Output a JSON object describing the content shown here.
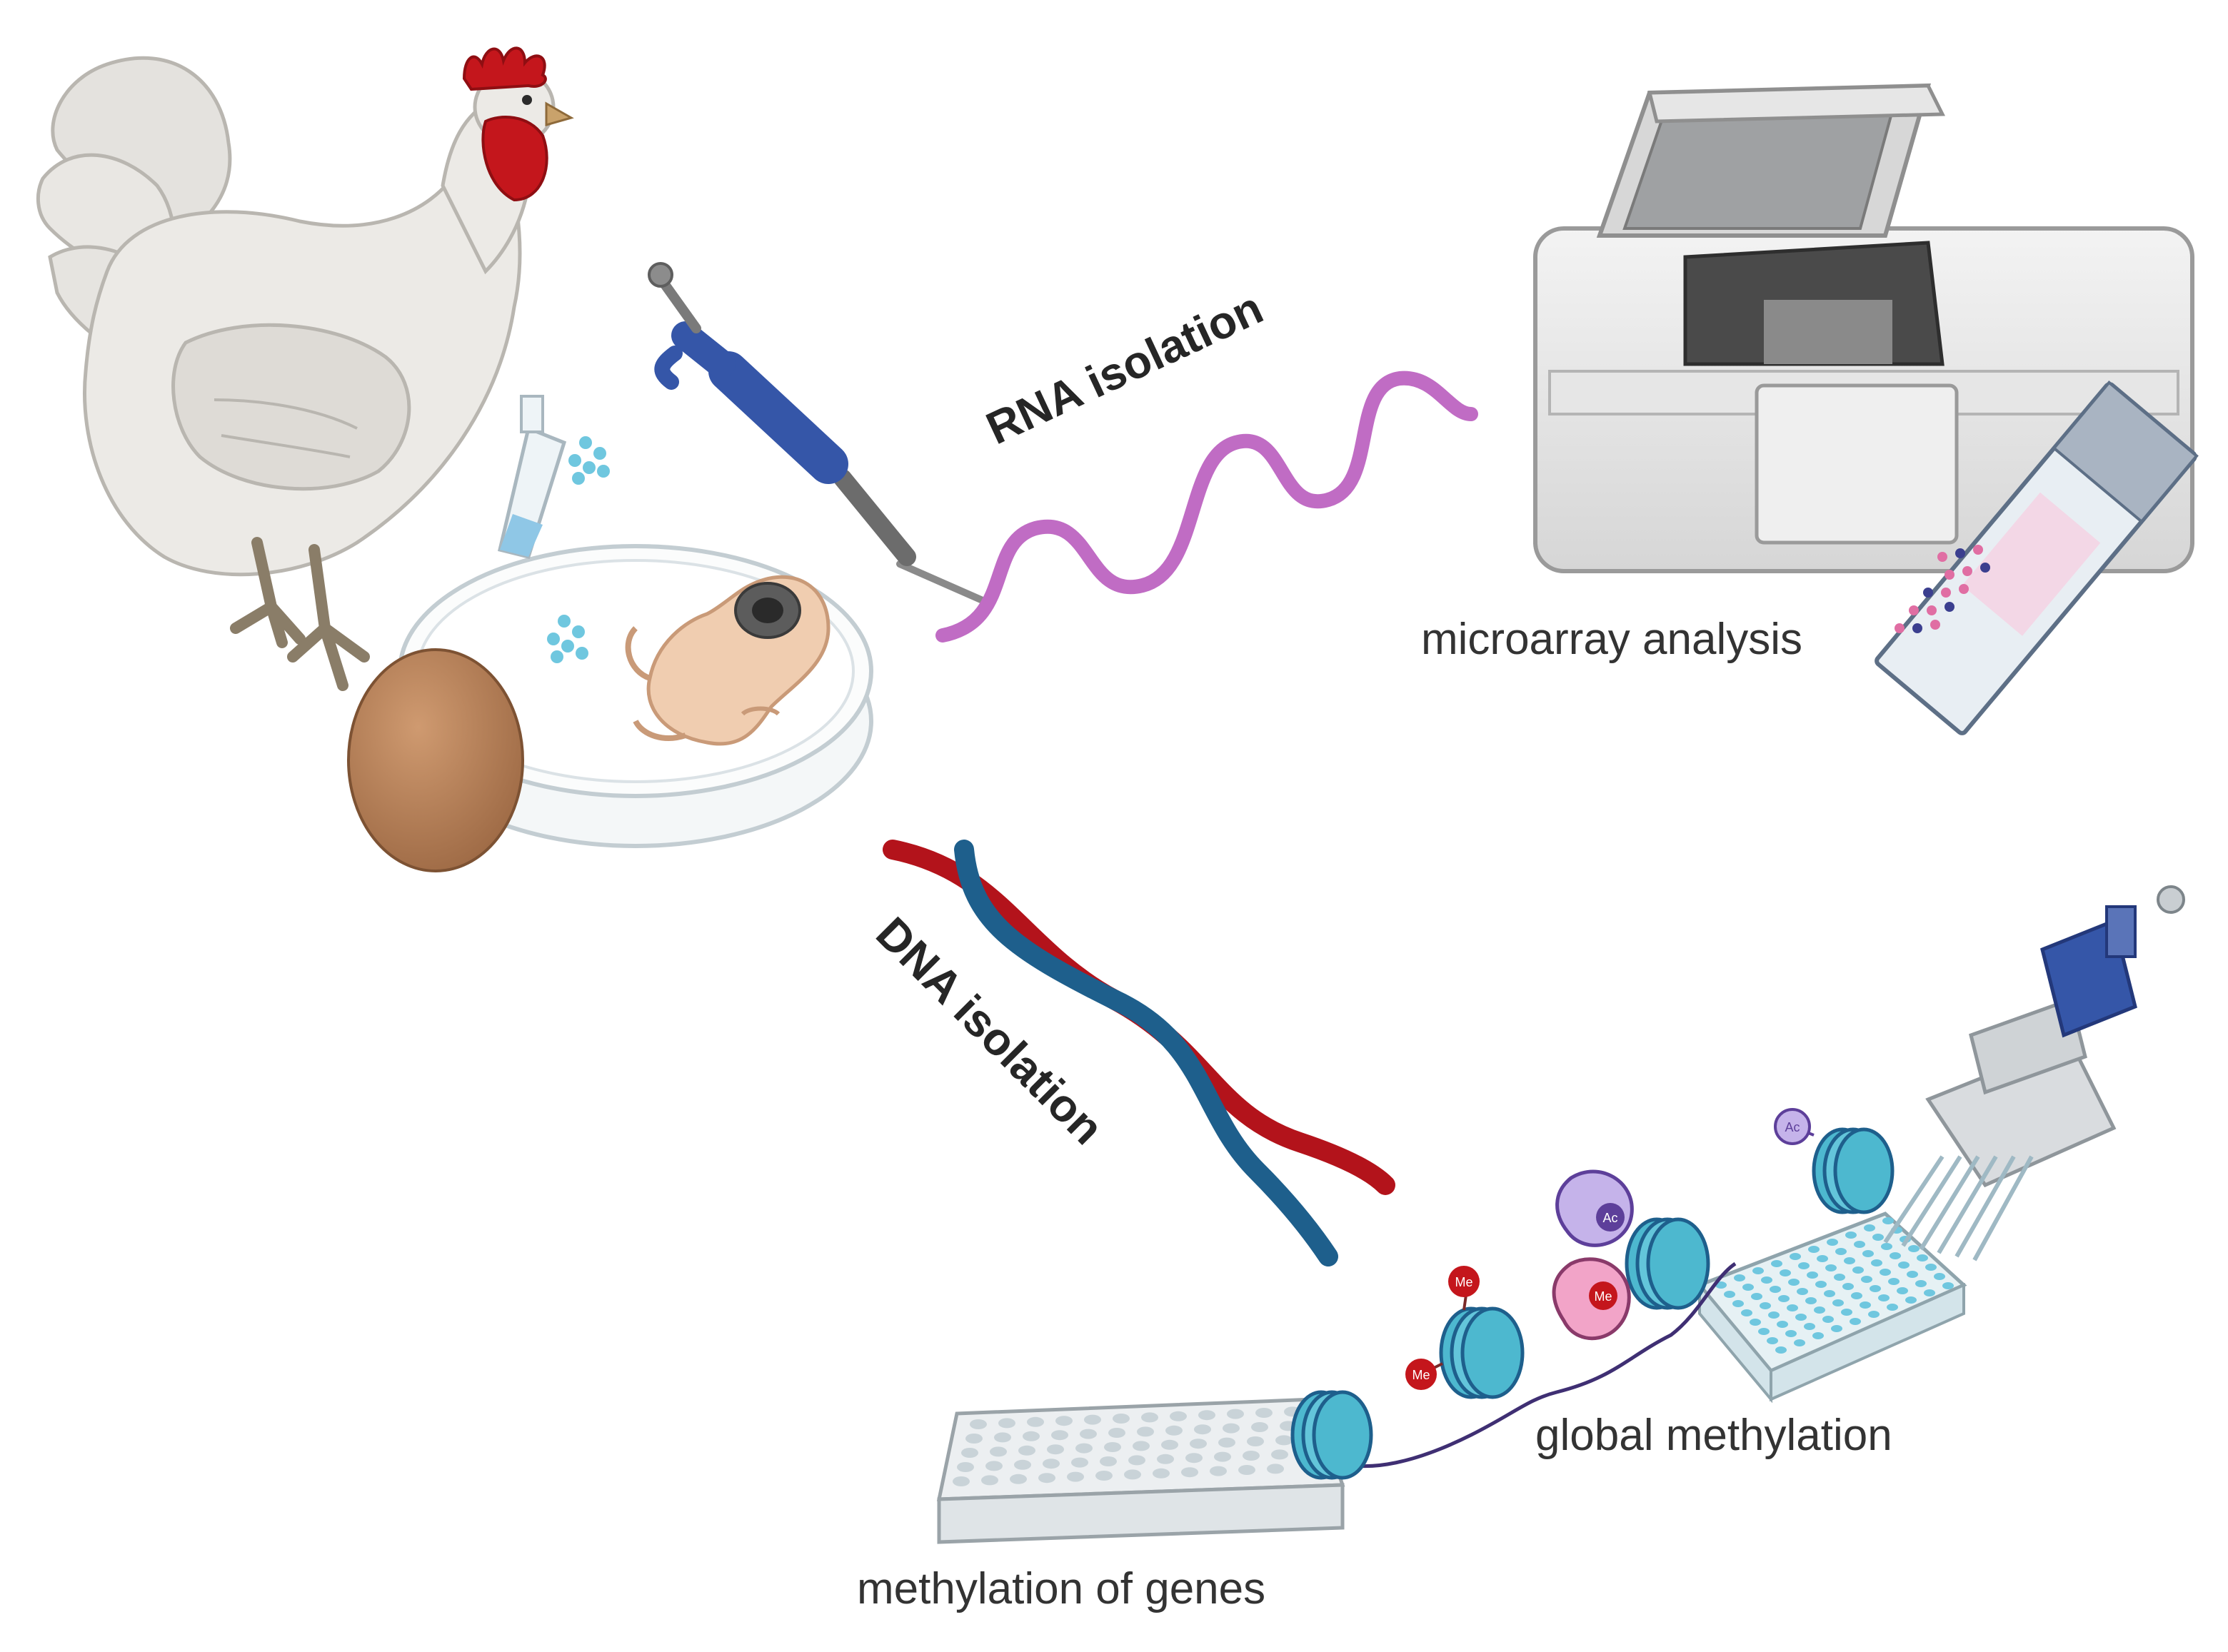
{
  "labels": {
    "rna_isolation": "RNA isolation",
    "dna_isolation": "DNA isolation",
    "microarray_analysis": "microarray analysis",
    "global_methylation": "global methylation",
    "methylation_of_genes": "methylation of genes",
    "me": "Me",
    "ac": "Ac"
  },
  "colors": {
    "rna": "#c06cc4",
    "dna_red": "#b3131b",
    "dna_blue": "#1e5f8c",
    "nucleosome": "#4db8cf",
    "pipette_blue": "#3556a8",
    "egg": "#b9825a",
    "comb": "#c4161c"
  },
  "icons": [
    "chicken-icon",
    "egg-icon",
    "petri-dish-icon",
    "embryo-icon",
    "microtube-icon",
    "pipette-icon",
    "rna-strand-icon",
    "dna-helix-icon",
    "microarray-scanner-icon",
    "microarray-slide-icon",
    "well-plate-icon",
    "nucleosome-icon",
    "multichannel-pipette-icon"
  ]
}
